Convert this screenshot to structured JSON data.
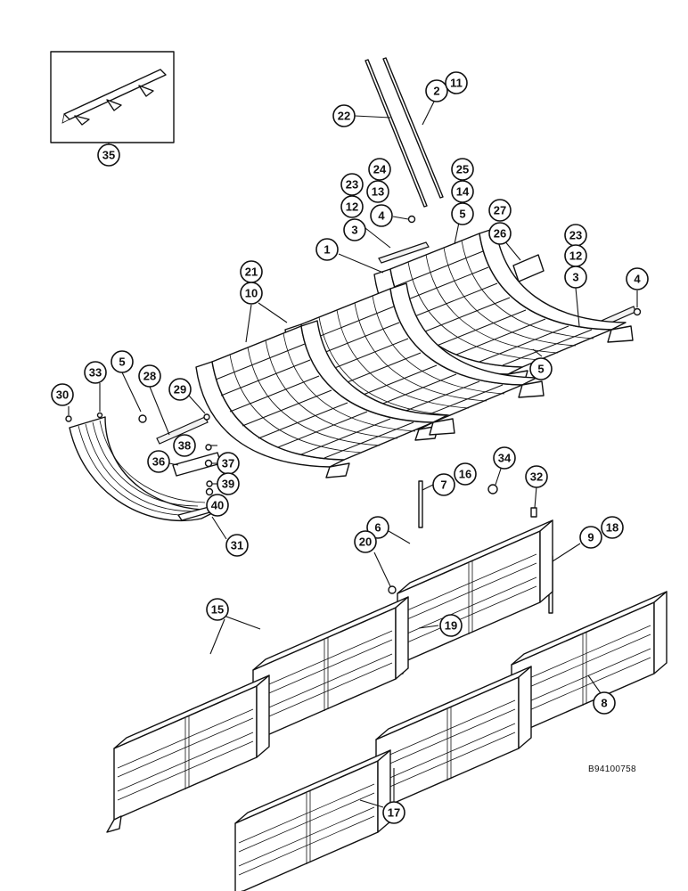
{
  "drawing_code": "B94100758",
  "callouts": [
    {
      "id": "c35",
      "label": "35"
    },
    {
      "id": "c2",
      "label": "2"
    },
    {
      "id": "c11",
      "label": "11"
    },
    {
      "id": "c22",
      "label": "22"
    },
    {
      "id": "c24",
      "label": "24"
    },
    {
      "id": "c13",
      "label": "13"
    },
    {
      "id": "c23a",
      "label": "23"
    },
    {
      "id": "c12a",
      "label": "12"
    },
    {
      "id": "c4a",
      "label": "4"
    },
    {
      "id": "c3a",
      "label": "3"
    },
    {
      "id": "c25",
      "label": "25"
    },
    {
      "id": "c14",
      "label": "14"
    },
    {
      "id": "c5a",
      "label": "5"
    },
    {
      "id": "c27",
      "label": "27"
    },
    {
      "id": "c26",
      "label": "26"
    },
    {
      "id": "c1",
      "label": "1"
    },
    {
      "id": "c23b",
      "label": "23"
    },
    {
      "id": "c12b",
      "label": "12"
    },
    {
      "id": "c3b",
      "label": "3"
    },
    {
      "id": "c4b",
      "label": "4"
    },
    {
      "id": "c21",
      "label": "21"
    },
    {
      "id": "c10",
      "label": "10"
    },
    {
      "id": "c5b",
      "label": "5"
    },
    {
      "id": "c5c",
      "label": "5"
    },
    {
      "id": "c30",
      "label": "30"
    },
    {
      "id": "c33",
      "label": "33"
    },
    {
      "id": "c28",
      "label": "28"
    },
    {
      "id": "c29",
      "label": "29"
    },
    {
      "id": "c38",
      "label": "38"
    },
    {
      "id": "c37",
      "label": "37"
    },
    {
      "id": "c36",
      "label": "36"
    },
    {
      "id": "c39",
      "label": "39"
    },
    {
      "id": "c40",
      "label": "40"
    },
    {
      "id": "c31",
      "label": "31"
    },
    {
      "id": "c34",
      "label": "34"
    },
    {
      "id": "c7",
      "label": "7"
    },
    {
      "id": "c16",
      "label": "16"
    },
    {
      "id": "c32",
      "label": "32"
    },
    {
      "id": "c6",
      "label": "6"
    },
    {
      "id": "c20",
      "label": "20"
    },
    {
      "id": "c9",
      "label": "9"
    },
    {
      "id": "c18",
      "label": "18"
    },
    {
      "id": "c15",
      "label": "15"
    },
    {
      "id": "c19",
      "label": "19"
    },
    {
      "id": "c8",
      "label": "8"
    },
    {
      "id": "c17",
      "label": "17"
    }
  ]
}
